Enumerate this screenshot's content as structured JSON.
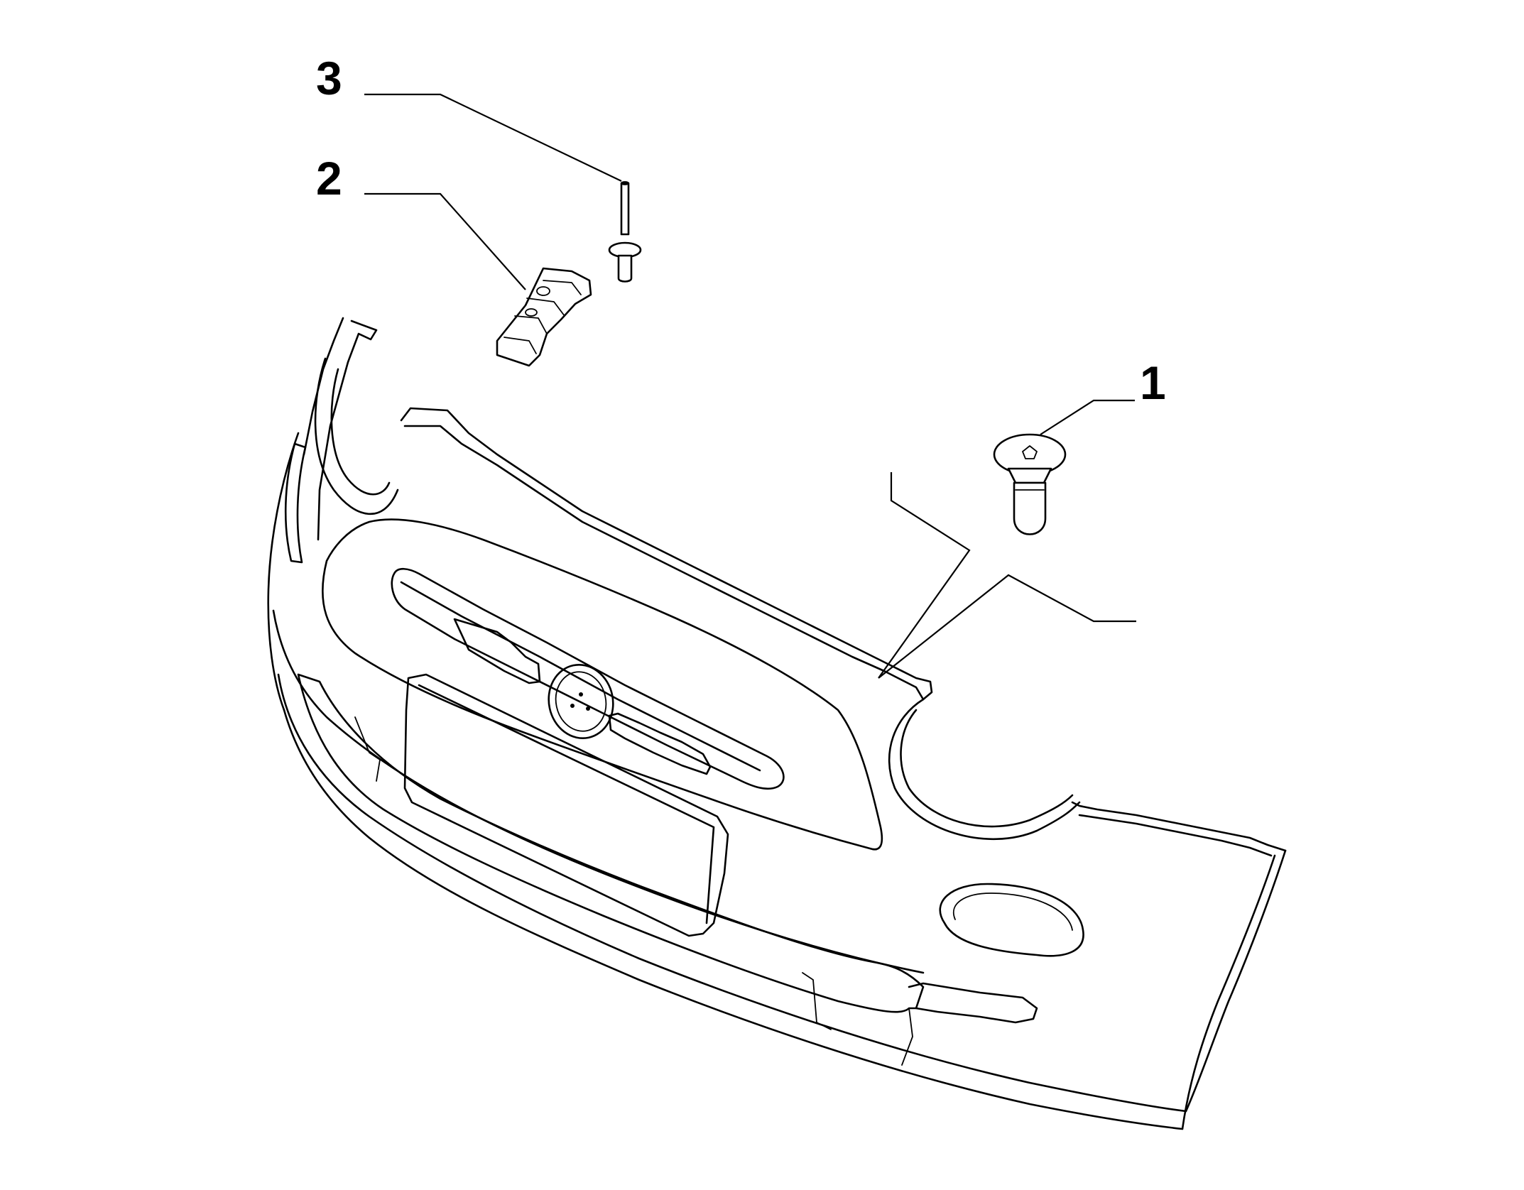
{
  "callouts": [
    {
      "id": "1",
      "label": "1",
      "part": "push-fastener"
    },
    {
      "id": "2",
      "label": "2",
      "part": "bracket-clip"
    },
    {
      "id": "3",
      "label": "3",
      "part": "rivet"
    }
  ],
  "colors": {
    "line": "#000000",
    "background": "#ffffff"
  }
}
